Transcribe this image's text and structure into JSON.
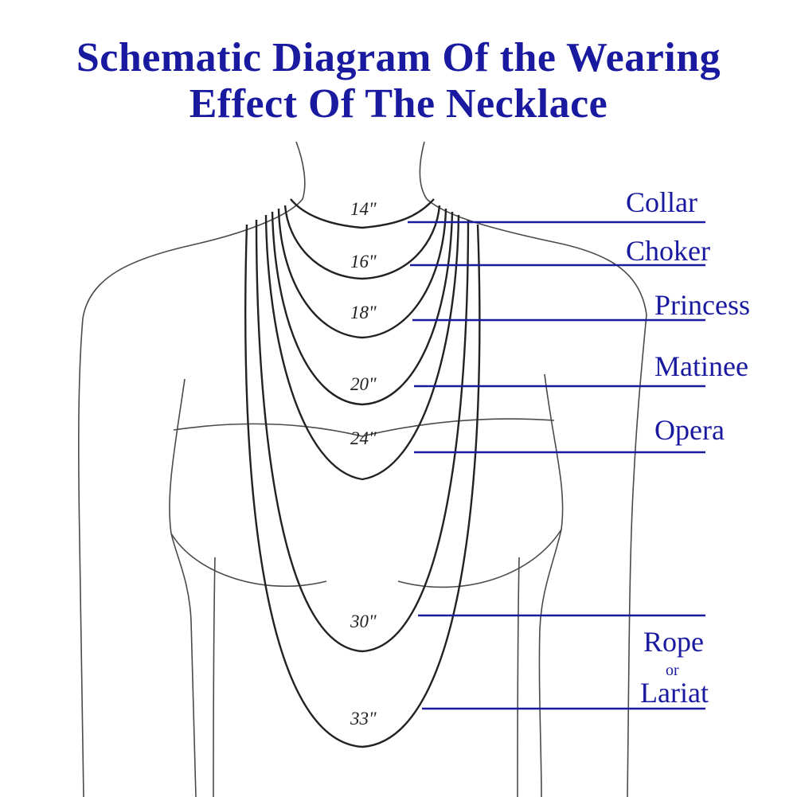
{
  "title": {
    "line1": "Schematic Diagram Of the Wearing",
    "line2": "Effect Of The Necklace"
  },
  "lengths": [
    "14\"",
    "16\"",
    "18\"",
    "20\"",
    "24\"",
    "30\"",
    "33\""
  ],
  "styles": {
    "collar": "Collar",
    "choker": "Choker",
    "princess": "Princess",
    "matinee": "Matinee",
    "opera": "Opera",
    "rope": "Rope",
    "or": "or",
    "lariat": "Lariat"
  },
  "colors": {
    "label": "#1a1aa0",
    "line_art": "#222222"
  }
}
